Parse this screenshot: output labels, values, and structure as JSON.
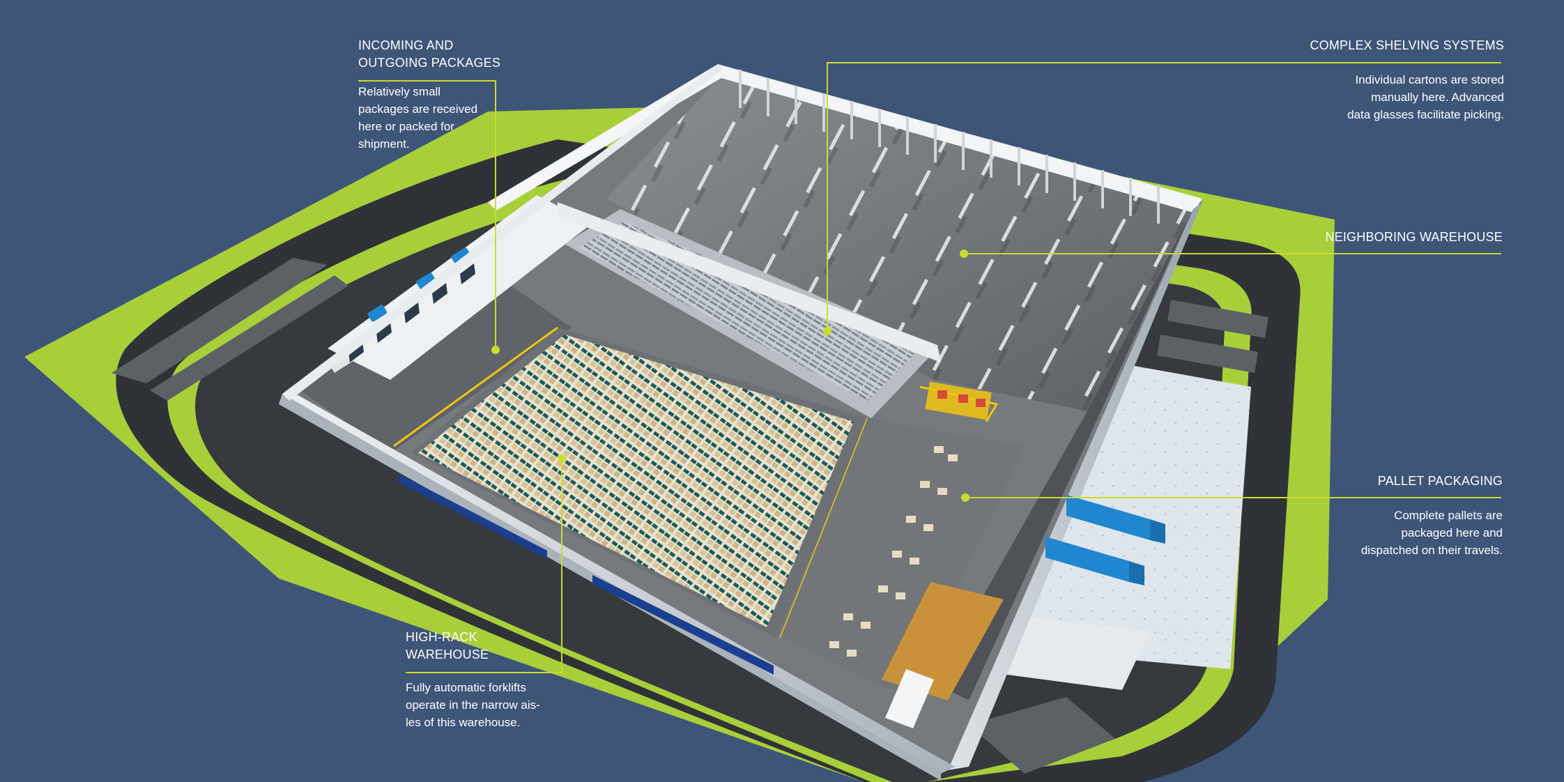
{
  "colors": {
    "background": "#3e5578",
    "callout_line": "#c9dc2f",
    "grass": "#a8cf3a",
    "road": "#2f3337",
    "floor": "#6f7377",
    "wall": "#e5e9ec",
    "rack_load": "#d9c7a0",
    "rack_top": "#1e5a5a",
    "truck": "#1f86cf",
    "marking": "#f1c40f"
  },
  "callouts": [
    {
      "id": "incoming",
      "title_lines": [
        "INCOMING AND",
        "OUTGOING PACKAGES"
      ],
      "desc_lines": [
        "Relatively small",
        "packages are received",
        "here or packed for",
        "shipment."
      ]
    },
    {
      "id": "shelving",
      "title_lines": [
        "COMPLEX SHELVING SYSTEMS"
      ],
      "desc_lines": [
        "Individual cartons are stored",
        "manually here. Advanced",
        "data glasses facilitate picking."
      ]
    },
    {
      "id": "neighboring",
      "title_lines": [
        "NEIGHBORING WAREHOUSE"
      ],
      "desc_lines": []
    },
    {
      "id": "pallet",
      "title_lines": [
        "PALLET PACKAGING"
      ],
      "desc_lines": [
        "Complete pallets are",
        "packaged here and",
        "dispatched on their travels."
      ]
    },
    {
      "id": "highrack",
      "title_lines": [
        "HIGH-RACK",
        "WAREHOUSE"
      ],
      "desc_lines": [
        "Fully automatic forklifts",
        "operate in the narrow ais-",
        "les of this  warehouse."
      ]
    }
  ]
}
